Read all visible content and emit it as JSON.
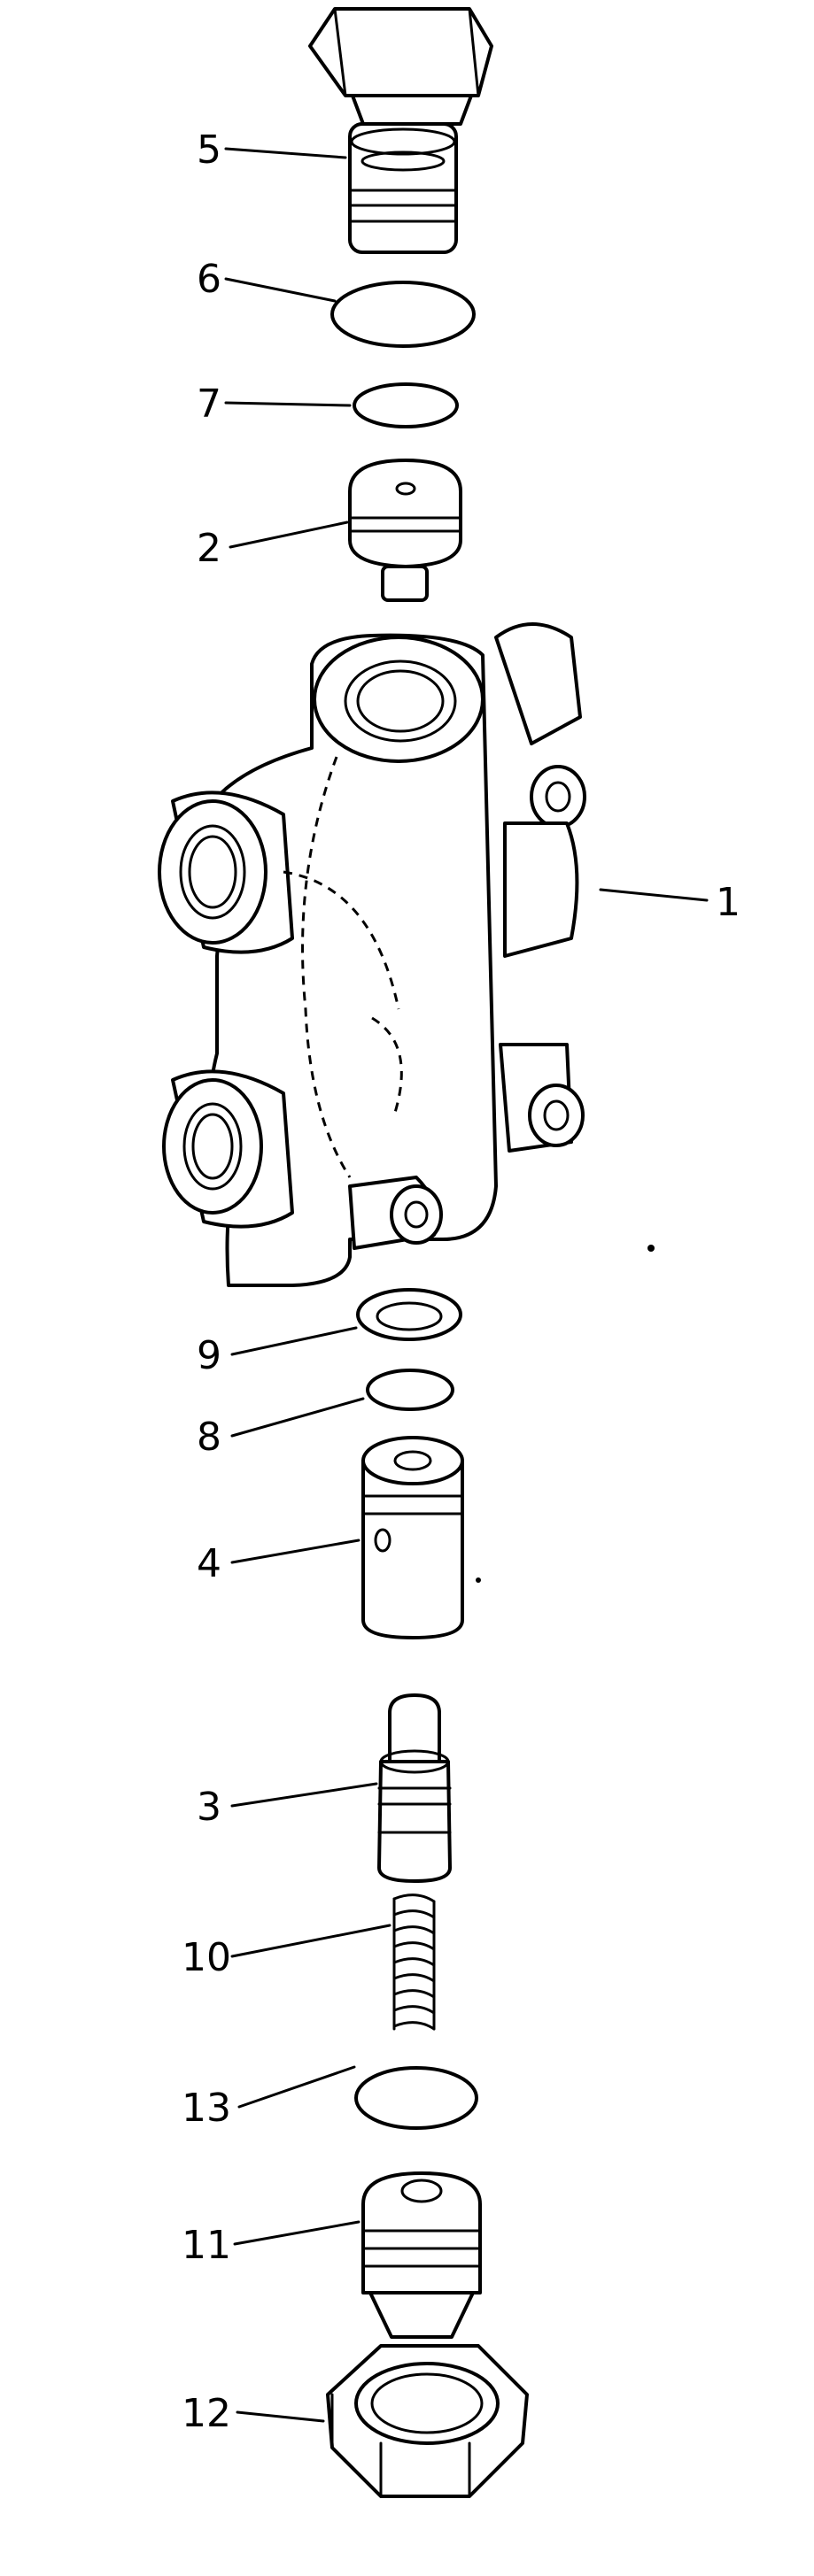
{
  "labels": [
    {
      "id": "p1",
      "text": "1"
    },
    {
      "id": "p2",
      "text": "2"
    },
    {
      "id": "p3",
      "text": "3"
    },
    {
      "id": "p4",
      "text": "4"
    },
    {
      "id": "p5",
      "text": "5"
    },
    {
      "id": "p6",
      "text": "6"
    },
    {
      "id": "p7",
      "text": "7"
    },
    {
      "id": "p8",
      "text": "8"
    },
    {
      "id": "p9",
      "text": "9"
    },
    {
      "id": "p10",
      "text": "10"
    },
    {
      "id": "p11",
      "text": "11"
    },
    {
      "id": "p12",
      "text": "12"
    },
    {
      "id": "p13",
      "text": "13"
    }
  ]
}
